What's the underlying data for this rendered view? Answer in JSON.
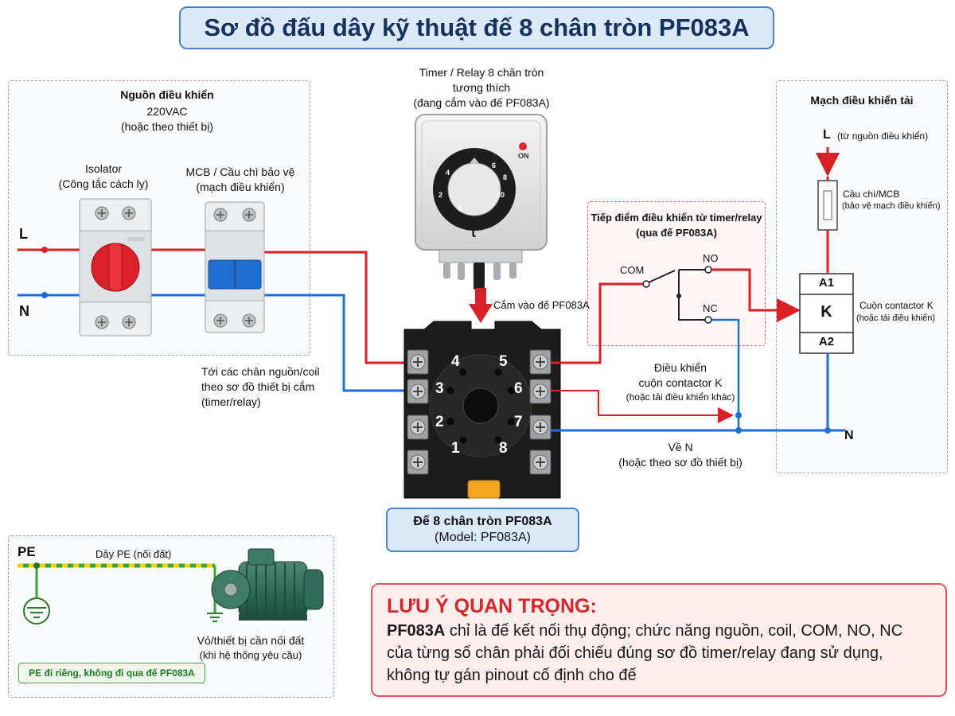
{
  "title": "Sơ đồ đấu dây kỹ thuật đế 8 chân tròn PF083A",
  "source_panel": {
    "title": "Nguồn điều khiển",
    "voltage": "220VAC",
    "voltage_note": "(hoặc theo thiết bị)",
    "isolator_label": "Isolator",
    "isolator_sub": "(Công tắc cách ly)",
    "mcb_label": "MCB / Cầu chì bảo vệ",
    "mcb_sub": "(mạch điều khiển)",
    "line_L": "L",
    "line_N": "N"
  },
  "timer": {
    "caption_1": "Timer / Relay 8 chân tròn",
    "caption_2": "tương thích",
    "caption_3": "(đang cắm vào đế PF083A)",
    "on_label": "ON",
    "symbol": "t",
    "dial_ticks": [
      "0",
      "2",
      "4",
      "6",
      "8",
      "10"
    ],
    "plug_label": "Cắm vào đế PF083A"
  },
  "base": {
    "pin_numbers": [
      "1",
      "2",
      "3",
      "4",
      "5",
      "6",
      "7",
      "8"
    ],
    "label_title": "Đế 8 chân tròn PF083A",
    "label_model": "(Model: PF083A)"
  },
  "to_device_note": {
    "line1": "Tới các chân nguồn/coil",
    "line2": "theo sơ đồ thiết bị cắm",
    "line3": "(timer/relay)"
  },
  "contact_panel": {
    "title_1": "Tiếp điểm điều khiển từ timer/relay",
    "title_2": "(qua đế PF083A)",
    "com": "COM",
    "no": "NO",
    "nc": "NC"
  },
  "control_note": {
    "line1": "Điều khiển",
    "line2": "cuộn contactor K",
    "line3": "(hoặc tải điều khiển khác)"
  },
  "return_note": {
    "line1": "Về N",
    "line2": "(hoặc theo sơ đồ thiết bị)"
  },
  "load_panel": {
    "title": "Mạch điều khiển tải",
    "L_label": "L",
    "L_note": "(từ nguồn điều khiển)",
    "fuse_title": "Cầu chì/MCB",
    "fuse_note": "(bảo vệ mạch điều khiển)",
    "coil_A1": "A1",
    "coil_K": "K",
    "coil_A2": "A2",
    "coil_title": "Cuộn contactor K",
    "coil_note": "(hoặc tải điều khiển)",
    "N_label": "N"
  },
  "pe_panel": {
    "pe_label": "PE",
    "pe_wire_label": "Dây PE (nối đất)",
    "device_label": "Vỏ/thiết bị cần nối đất",
    "device_note": "(khi hệ thống yêu cầu)",
    "separate_note": "PE đi riêng, không đi qua đế PF083A"
  },
  "important_note": {
    "title": "LƯU Ý QUAN TRỌNG:",
    "line1_bold": "PF083A",
    "line1_rest": " chỉ là đế kết nối thụ động; chức năng nguồn, coil, COM, NO, NC",
    "line2": "của từng số chân phải đối chiếu đúng sơ đồ timer/relay đang sử dụng,",
    "line3": "không tự gán pinout cố định cho đế"
  },
  "colors": {
    "wire_L": "#d92027",
    "wire_N": "#1f6fd1",
    "pe_green": "#3aa33a",
    "pe_yellow": "#f0d20a",
    "title_fill": "#dce9f8",
    "title_border": "#4f84c4",
    "note_fill": "#fdeeee",
    "note_border": "#d95b5b"
  }
}
